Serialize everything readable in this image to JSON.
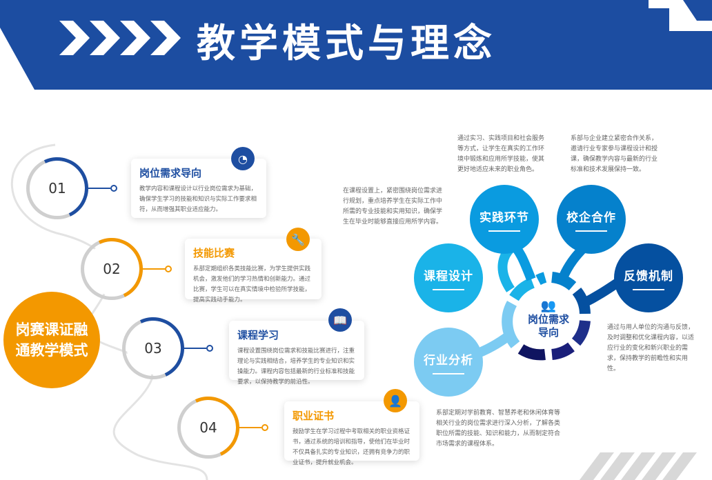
{
  "header": {
    "title": "教学模式与理念"
  },
  "center_badge": "岗赛课证融通教学模式",
  "steps": [
    {
      "num": "01",
      "title": "岗位需求导向",
      "text": "教学内容和课程设计以行业岗位需求为基础，确保学生学习的技能和知识与实际工作要求相符，从而增强其职业适应能力。",
      "icon": "pie-chart-icon",
      "color": "#1e4ea1"
    },
    {
      "num": "02",
      "title": "技能比赛",
      "text": "系部定期组织各类技能比赛，为学生提供实践机会，激发他们的学习热情和创新能力。通过比赛，学生可以在真实情境中检验所学技能，提高实践动手能力。",
      "icon": "wrench-icon",
      "color": "#f39800"
    },
    {
      "num": "03",
      "title": "课程学习",
      "text": "课程设置围绕岗位需求和技能比赛进行，注重理论与实践相结合，培养学生的专业知识和实操能力。课程内容包括最新的行业标准和技能要求，以保持教学的前沿性。",
      "icon": "book-icon",
      "color": "#1e4ea1"
    },
    {
      "num": "04",
      "title": "职业证书",
      "text": "鼓励学生在学习过程中考取相关的职业资格证书，通过系统的培训和指导，使他们在毕业时不仅具备扎实的专业知识，还拥有竞争力的职业证书，提升就业机会。",
      "icon": "user-icon",
      "color": "#f39800"
    }
  ],
  "hub": {
    "title": "岗位需求导向",
    "icon": "group-icon"
  },
  "bubbles": [
    {
      "label": "课程设计",
      "color": "#1ab3e8",
      "text": "在课程设置上，紧密围绕岗位需求进行规划，重点培养学生在实际工作中所需的专业技能和实用知识，确保学生在毕业时能够直接应用所学内容。"
    },
    {
      "label": "实践环节",
      "color": "#0a9be0",
      "text": "通过实习、实践项目和社会服务等方式，让学生在真实的工作环境中锻炼和应用所学技能，使其更好地适应未来的职业角色。"
    },
    {
      "label": "校企合作",
      "color": "#0581cc",
      "text": "系部与企业建立紧密合作关系，邀请行业专家参与课程设计和授课，确保教学内容与最新的行业标准和技术发展保持一致。"
    },
    {
      "label": "反馈机制",
      "color": "#0550a0",
      "text": "通过与用人单位的沟通与反馈，及时调整和优化课程内容，以适应行业的变化和新兴职业的需求，保持教学的前瞻性和实用性。"
    },
    {
      "label": "行业分析",
      "color": "#7ccbf2",
      "text": "系部定期对学前教育、智慧养老和休闲体育等相关行业的岗位需求进行深入分析，了解各类职位所需的技能、知识和能力，从而制定符合市场需求的课程体系。"
    }
  ]
}
